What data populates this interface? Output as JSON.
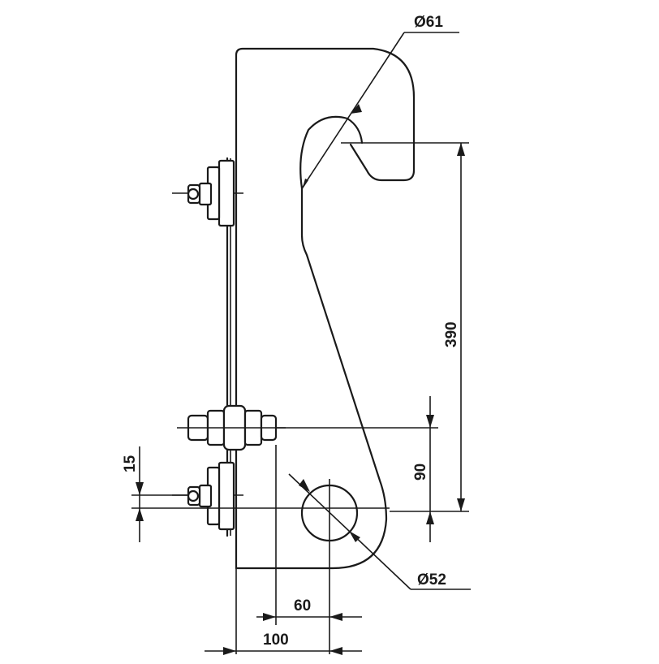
{
  "dimensions": {
    "hook_diameter": "Ø61",
    "hole_diameter": "Ø52",
    "vertical_390": "390",
    "vertical_90": "90",
    "vertical_15": "15",
    "horizontal_60": "60",
    "horizontal_100": "100"
  }
}
